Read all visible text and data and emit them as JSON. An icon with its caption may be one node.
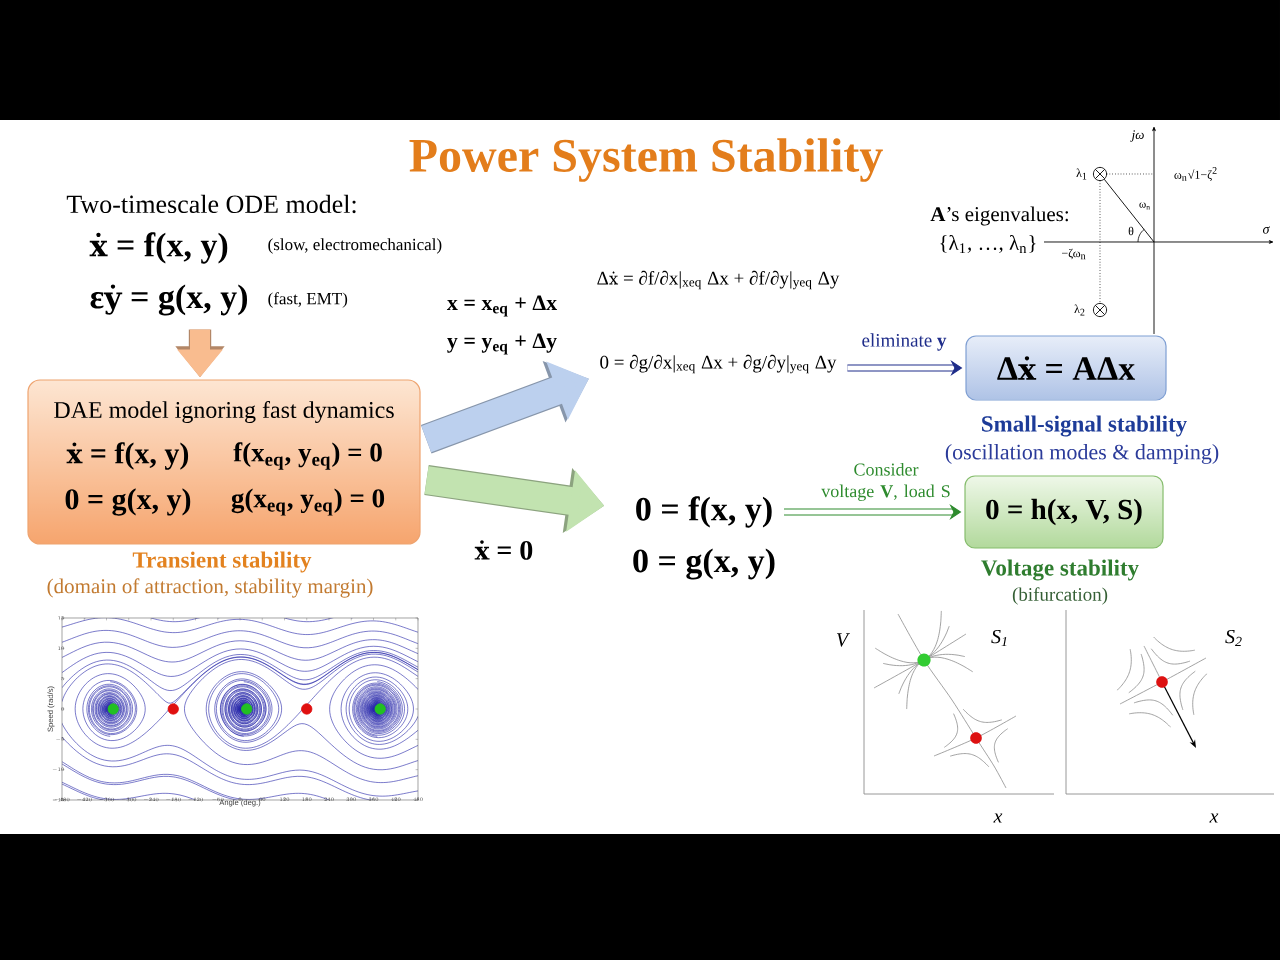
{
  "diagram": {
    "title": "Power System Stability",
    "nodes": [
      {
        "text": [
          "Two-timescale ODE model:",
          "ẋ = f(x, y)",
          "εẏ = g(x, y)"
        ],
        "beside": [
          "(slow, electromechanical)",
          "(fast, EMT)"
        ]
      },
      {
        "text": [
          "DAE model ignoring fast dynamics",
          "ẋ = f(x, y)",
          "f(x$_{eq}$, y$_{eq}$) = 0",
          "0 = g(x, y)",
          "g(x$_{eq}$, y$_{eq}$) = 0"
        ],
        "beside": [
          "Transient stability",
          "(domain of attraction, stability margin)"
        ]
      },
      {
        "text": [
          "Δẋ = ∂f/∂x|$_{xeq}$ Δx + ∂f/∂y|$_{yeq}$ Δy",
          "0 = ∂g/∂x|$_{xeq}$ Δx + ∂g/∂y|$_{yeq}$ Δy"
        ]
      },
      {
        "text": [
          "0 = f(x, y)",
          "0 = g(x, y)"
        ]
      },
      {
        "text": [
          "Δẋ = AΔx"
        ],
        "beside": [
          "Small-signal stability",
          "(oscillation modes & damping)"
        ]
      },
      {
        "text": [
          "0 = h(x, V, S)"
        ],
        "beside": [
          "Voltage stability",
          "(bifurcation)"
        ]
      }
    ],
    "edges": [
      {
        "from": 0,
        "to": 1,
        "arrow": "to",
        "color": "#f9bc8f"
      },
      {
        "from": 1,
        "to": 2,
        "arrow": "to",
        "color": "#bcd0ee"
      },
      {
        "from": 1,
        "to": 3,
        "arrow": "to",
        "color": "#c2e3b0",
        "label": "ẋ = 0"
      },
      {
        "from": 2,
        "to": 4,
        "arrow": "to",
        "color": "#1f2d8a",
        "label": "eliminate **y**"
      },
      {
        "from": 3,
        "to": 5,
        "arrow": "to",
        "color": "#2e8b2e",
        "label": "Consider voltage **V**, load S"
      }
    ],
    "labels": [
      "x = x$_{eq}$ + Δx",
      "y = y$_{eq}$ + Δy",
      "**A**’s eigenvalues:",
      "{λ$_{1}$, …, λ$_{n}$}",
      "jω",
      "λ$_{1}$",
      "ω$_{n}$√1−ζ$^{2}$",
      "ω$_{n}$",
      "θ",
      "σ",
      "−ζω$_{n}$",
      "λ$_{2}$",
      "V",
      "S$_{1}$",
      "S$_{2}$",
      "x",
      "x"
    ],
    "chart_data": {
      "type": "scatter",
      "xlabel": "Angle (deg.)",
      "ylabel": "Speed (rad/s)",
      "xlim": [
        -480,
        480
      ],
      "ylim": [
        -15,
        15
      ],
      "xticks": [
        -480,
        -420,
        -360,
        -300,
        -240,
        -180,
        -120,
        -60,
        0,
        60,
        120,
        180,
        240,
        300,
        360,
        420,
        480
      ],
      "yticks": [
        -15,
        -10,
        -5,
        0,
        5,
        10,
        15
      ],
      "x": [
        -342,
        -180,
        18,
        180,
        378
      ],
      "series": [
        {
          "color": "#22c022",
          "values": [
            0,
            null,
            0,
            null,
            0
          ]
        },
        {
          "color": "#e01010",
          "values": [
            null,
            0,
            null,
            0,
            null
          ]
        }
      ]
    }
  }
}
